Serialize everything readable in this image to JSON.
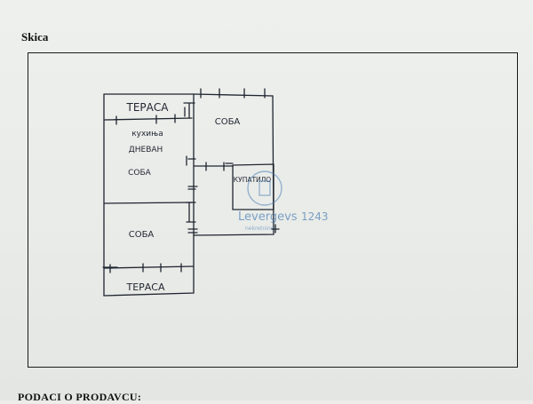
{
  "heading": "Skica",
  "footer_heading": "PODACI O PRODAVCU:",
  "sketch": {
    "labels": {
      "terrace_top": "ТЕРАСА",
      "kitchen": "кухиња",
      "dining": "ДНЕВАН",
      "room_left": "СОБА",
      "room_right": "СОБА",
      "bathroom": "КУПАТИЛО",
      "room_bottom": "СОБА",
      "terrace_bottom": "ТЕРАСА"
    }
  },
  "watermark": {
    "brand": "Levergevs",
    "code": "1243",
    "sub": "nekretnine"
  },
  "colors": {
    "ink": "#1f2530",
    "frame": "#1a1a1a",
    "watermark": "#4a7fb5"
  }
}
